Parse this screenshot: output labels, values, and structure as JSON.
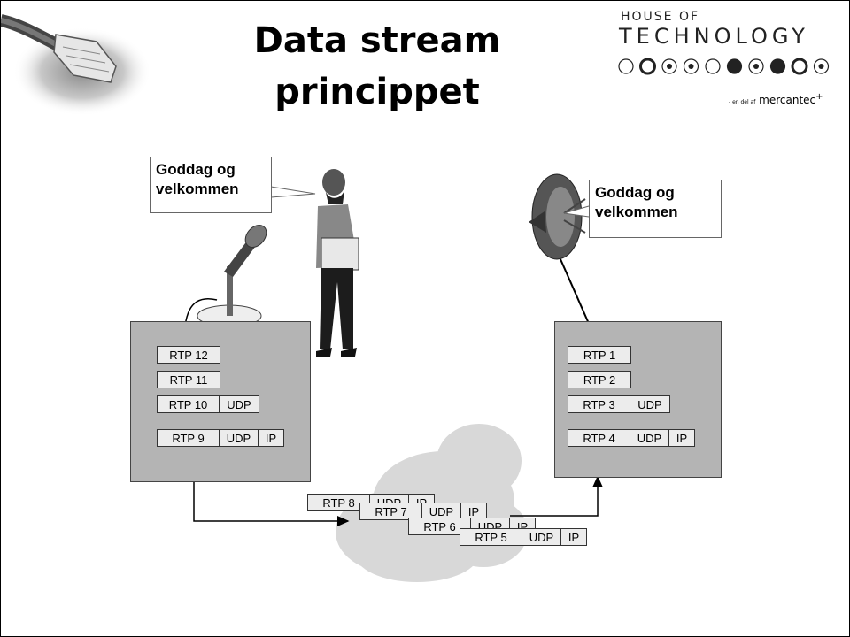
{
  "slide": {
    "title_line1": "Data stream",
    "title_line2": "princippet"
  },
  "logo": {
    "top": "HOUSE OF",
    "main": "TECHNOLOGY",
    "sub_prefix": "- en del af",
    "sub_brand": "mercantec",
    "dots": [
      "empty",
      "ring",
      "target",
      "target",
      "empty",
      "filled",
      "target",
      "filled",
      "ring",
      "target"
    ]
  },
  "speech": {
    "sender_line1": "Goddag og",
    "sender_line2": "velkommen",
    "receiver_line1": "Goddag og",
    "receiver_line2": "velkommen"
  },
  "sender_packets": [
    {
      "rtp": "RTP 12"
    },
    {
      "rtp": "RTP 11"
    },
    {
      "rtp": "RTP 10",
      "udp": "UDP"
    },
    {
      "rtp": "RTP 9",
      "udp": "UDP",
      "ip": "IP"
    }
  ],
  "transit_packets": [
    {
      "rtp": "RTP 8",
      "udp": "UDP",
      "ip": "IP"
    },
    {
      "rtp": "RTP 7",
      "udp": "UDP",
      "ip": "IP"
    },
    {
      "rtp": "RTP 6",
      "udp": "UDP",
      "ip": "IP"
    },
    {
      "rtp": "RTP 5",
      "udp": "UDP",
      "ip": "IP"
    }
  ],
  "receiver_packets": [
    {
      "rtp": "RTP 1"
    },
    {
      "rtp": "RTP 2"
    },
    {
      "rtp": "RTP 3",
      "udp": "UDP"
    },
    {
      "rtp": "RTP 4",
      "udp": "UDP",
      "ip": "IP"
    }
  ]
}
